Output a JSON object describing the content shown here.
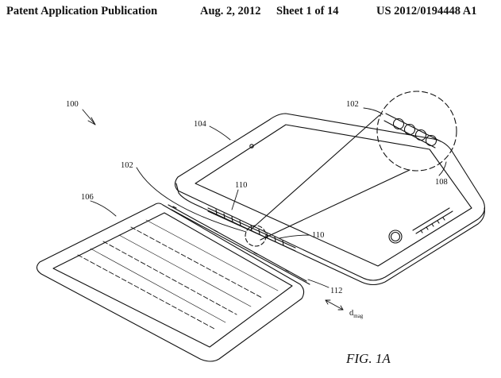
{
  "header": {
    "publication": "Patent Application Publication",
    "date": "Aug. 2, 2012",
    "sheet": "Sheet 1 of 14",
    "number": "US 2012/0194448 A1"
  },
  "figure": {
    "label": "FIG. 1A",
    "refs": {
      "r100": "100",
      "r102_top": "102",
      "r102_left": "102",
      "r104": "104",
      "r106": "106",
      "r108": "108",
      "r110_upper": "110",
      "r110_lower": "110",
      "r112": "112",
      "dmag_base": "d",
      "dmag_sub": "mag"
    }
  }
}
